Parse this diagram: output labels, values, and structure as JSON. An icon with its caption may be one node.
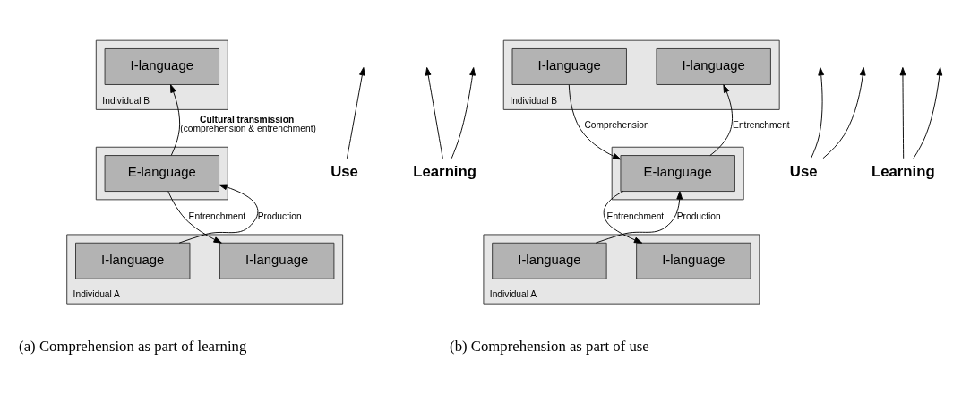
{
  "diagram": {
    "nodes": [
      {
        "text": [
          "Individual B"
        ]
      },
      {
        "text": [
          "I-language"
        ],
        "in": 0
      },
      {
        "text": [],
        "shape": "box"
      },
      {
        "text": [
          "E-language"
        ],
        "in": 2
      },
      {
        "text": [
          "Individual A"
        ]
      },
      {
        "text": [
          "I-language"
        ],
        "in": 4
      },
      {
        "text": [
          "I-language"
        ],
        "in": 4
      },
      {
        "text": [
          "Use"
        ]
      },
      {
        "text": [
          "Learning"
        ]
      },
      {
        "text": [
          "Individual B"
        ]
      },
      {
        "text": [
          "I-language"
        ],
        "in": 9
      },
      {
        "text": [
          "I-language"
        ],
        "in": 9
      },
      {
        "text": [],
        "shape": "box"
      },
      {
        "text": [
          "E-language"
        ],
        "in": 12
      },
      {
        "text": [
          "Individual A"
        ]
      },
      {
        "text": [
          "I-language"
        ],
        "in": 14
      },
      {
        "text": [
          "I-language"
        ],
        "in": 14
      },
      {
        "text": [
          "Use"
        ]
      },
      {
        "text": [
          "Learning"
        ]
      }
    ],
    "edges": [
      {
        "from": 3,
        "to": 1,
        "arrow": "to",
        "label": "**Cultural transmission** (comprehension & entrenchment)"
      },
      {
        "from": 5,
        "to": 3,
        "arrow": "to",
        "label": "Production"
      },
      {
        "from": 3,
        "to": 6,
        "arrow": "to",
        "label": "Entrenchment"
      },
      {
        "from": 7,
        "to": null,
        "arrow": "to"
      },
      {
        "from": 8,
        "to": null,
        "arrow": "to"
      },
      {
        "from": 8,
        "to": null,
        "arrow": "to"
      },
      {
        "from": 10,
        "to": 13,
        "arrow": "to",
        "label": "Comprehension"
      },
      {
        "from": 13,
        "to": 11,
        "arrow": "to",
        "label": "Entrenchment"
      },
      {
        "from": 15,
        "to": 13,
        "arrow": "to",
        "label": "Production"
      },
      {
        "from": 13,
        "to": 16,
        "arrow": "to",
        "label": "Entrenchment"
      },
      {
        "from": 17,
        "to": null,
        "arrow": "to"
      },
      {
        "from": 17,
        "to": null,
        "arrow": "to"
      },
      {
        "from": 18,
        "to": null,
        "arrow": "to"
      },
      {
        "from": 18,
        "to": null,
        "arrow": "to"
      }
    ],
    "labels": [
      "(a) Comprehension as part of learning",
      "(b) Comprehension as part of use"
    ]
  }
}
